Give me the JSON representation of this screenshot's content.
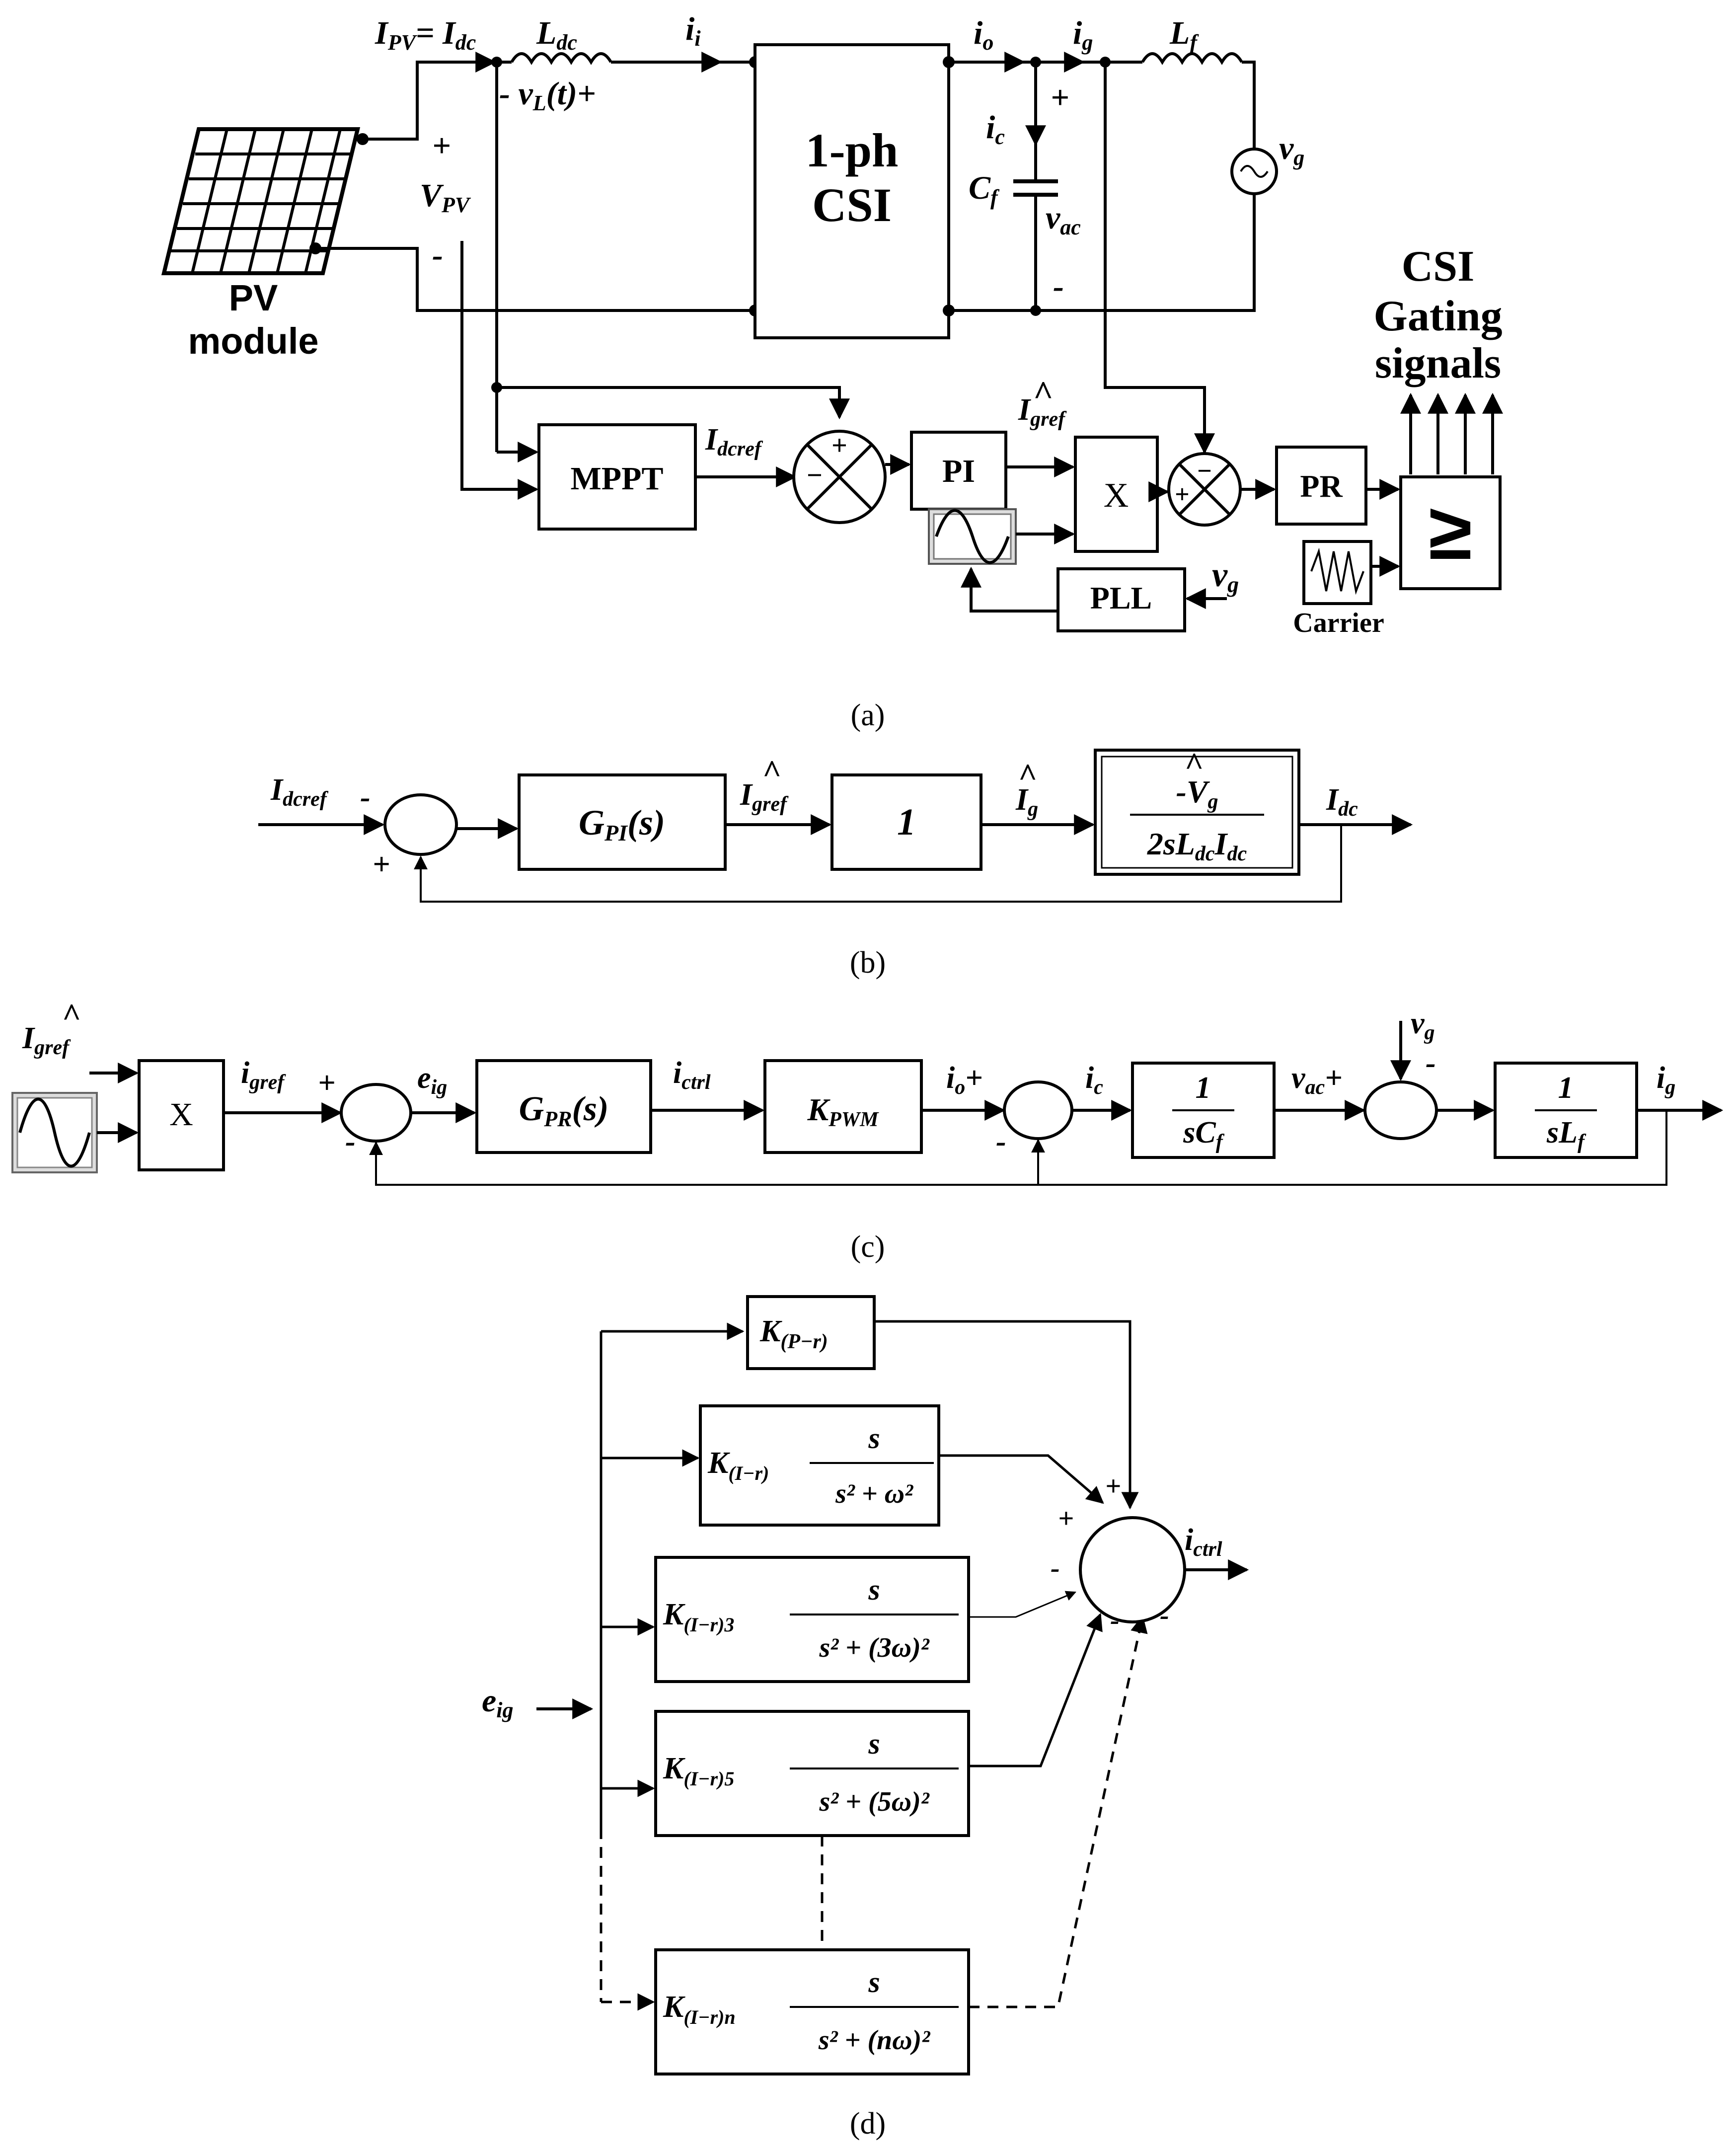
{
  "panel_a": {
    "pv_label_1": "PV",
    "pv_label_2": "module",
    "ipv_eq": "I",
    "ipv_sub": "PV",
    "ipv_eq2": "= I",
    "ipv_sub2": "dc",
    "ldc": "L",
    "ldc_sub": "dc",
    "vl": "- v",
    "vl_sub": "L",
    "vl_tail": "(t)+",
    "ii": "i",
    "ii_sub": "i",
    "vpv_plus": "+",
    "vpv": "V",
    "vpv_sub": "PV",
    "vpv_minus": "-",
    "csi_1": "1-ph",
    "csi_2": "CSI",
    "io": "i",
    "io_sub": "o",
    "ig": "i",
    "ig_sub": "g",
    "lf": "L",
    "lf_sub": "f",
    "ic": "i",
    "ic_sub": "c",
    "cf": "C",
    "cf_sub": "f",
    "vac": "v",
    "vac_sub": "ac",
    "cap_plus": "+",
    "cap_minus": "-",
    "vg": "v",
    "vg_sub": "g",
    "gating_1": "CSI",
    "gating_2": "Gating",
    "gating_3": "signals",
    "mppt": "MPPT",
    "idcref": "I",
    "idcref_sub": "dcref",
    "pi": "PI",
    "igref_hat": "^",
    "igref": "I",
    "igref_sub": "gref",
    "mult": "X",
    "pr": "PR",
    "compare": "≥",
    "carrier": "Carrier",
    "pll": "PLL",
    "pll_vg": "v",
    "pll_vg_sub": "g",
    "sum1_plus": "+",
    "sum1_minus": "−",
    "sum2_plus": "+",
    "sum2_minus": "−",
    "caption": "(a)"
  },
  "panel_b": {
    "idcref": "I",
    "idcref_sub": "dcref",
    "minus": "-",
    "plus": "+",
    "gpi": "G",
    "gpi_sub": "PI",
    "gpi_tail": "(s)",
    "igref": "I",
    "igref_sub": "gref",
    "hat": "^",
    "unity": "1",
    "ig": "I",
    "ig_sub": "g",
    "tf_num": "-V",
    "tf_num_sub": "g",
    "tf_den": "2sL",
    "tf_den_sub": "dc",
    "tf_den_tail": "I",
    "tf_den_sub2": "dc",
    "idc": "I",
    "idc_sub": "dc",
    "caption": "(b)"
  },
  "panel_c": {
    "igref_in": "I",
    "igref_in_sub": "gref",
    "hat": "^",
    "mult": "X",
    "igref": "i",
    "igref_sub": "gref",
    "sum1_plus": "+",
    "sum1_minus": "-",
    "eig": "e",
    "eig_sub": "ig",
    "gpr": "G",
    "gpr_sub": "PR",
    "gpr_tail": "(s)",
    "ictrl": "i",
    "ictrl_sub": "ctrl",
    "kpwm": "K",
    "kpwm_sub": "PWM",
    "io": "i",
    "io_sub": "o",
    "io_plus": "+",
    "sum2_minus": "-",
    "ic": "i",
    "ic_sub": "c",
    "cap_num": "1",
    "cap_den": "sC",
    "cap_den_sub": "f",
    "vac": "v",
    "vac_sub": "ac",
    "vac_plus": "+",
    "vg": "v",
    "vg_sub": "g",
    "vg_minus": "-",
    "ind_num": "1",
    "ind_den": "sL",
    "ind_den_sub": "f",
    "ig": "i",
    "ig_sub": "g",
    "caption": "(c)"
  },
  "panel_d": {
    "input": "e",
    "input_sub": "ig",
    "output": "i",
    "output_sub": "ctrl",
    "kp": "K",
    "kp_sub": "(P−r)",
    "k1": "K",
    "k1_sub": "(I−r)",
    "k3": "K",
    "k3_sub": "(I−r)3",
    "k5": "K",
    "k5_sub": "(I−r)5",
    "kn": "K",
    "kn_sub": "(I−r)n",
    "num": "s",
    "den1": "s² + ω²",
    "den3": "s² + (3ω)²",
    "den5": "s² + (5ω)²",
    "denn": "s² + (nω)²",
    "plus_top": "+",
    "plus_left": "+",
    "minus_left": "-",
    "minus_b1": "-",
    "minus_b2": "-",
    "caption": "(d)"
  }
}
